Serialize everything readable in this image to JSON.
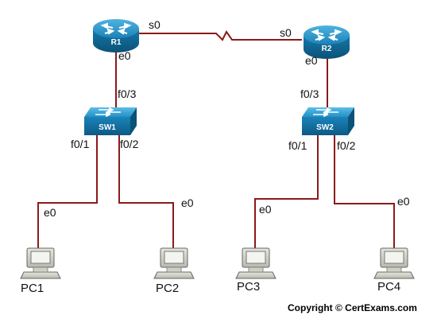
{
  "devices": {
    "r1": {
      "name": "R1",
      "ports": {
        "serial": "s0",
        "ethernet": "e0"
      }
    },
    "r2": {
      "name": "R2",
      "ports": {
        "serial": "s0",
        "ethernet": "e0"
      }
    },
    "sw1": {
      "name": "SW1",
      "ports": {
        "uplink": "f0/3",
        "left": "f0/1",
        "right": "f0/2"
      }
    },
    "sw2": {
      "name": "SW2",
      "ports": {
        "uplink": "f0/3",
        "left": "f0/1",
        "right": "f0/2"
      }
    },
    "pc1": {
      "name": "PC1",
      "port": "e0"
    },
    "pc2": {
      "name": "PC2",
      "port": "e0"
    },
    "pc3": {
      "name": "PC3",
      "port": "e0"
    },
    "pc4": {
      "name": "PC4",
      "port": "e0"
    }
  },
  "links": [
    {
      "from": "R1",
      "to": "R2",
      "type": "serial"
    },
    {
      "from": "R1",
      "to": "SW1",
      "type": "ethernet"
    },
    {
      "from": "R2",
      "to": "SW2",
      "type": "ethernet"
    },
    {
      "from": "SW1",
      "to": "PC1",
      "type": "ethernet"
    },
    {
      "from": "SW1",
      "to": "PC2",
      "type": "ethernet"
    },
    {
      "from": "SW2",
      "to": "PC3",
      "type": "ethernet"
    },
    {
      "from": "SW2",
      "to": "PC4",
      "type": "ethernet"
    }
  ],
  "icons": {
    "router": "router-icon",
    "switch": "switch-icon",
    "pc": "pc-icon"
  },
  "colors": {
    "link": "#8b1a1a",
    "device": "#1a8ec4",
    "device_dark": "#0d5f8a"
  },
  "copyright": "Copyright © CertExams.com"
}
